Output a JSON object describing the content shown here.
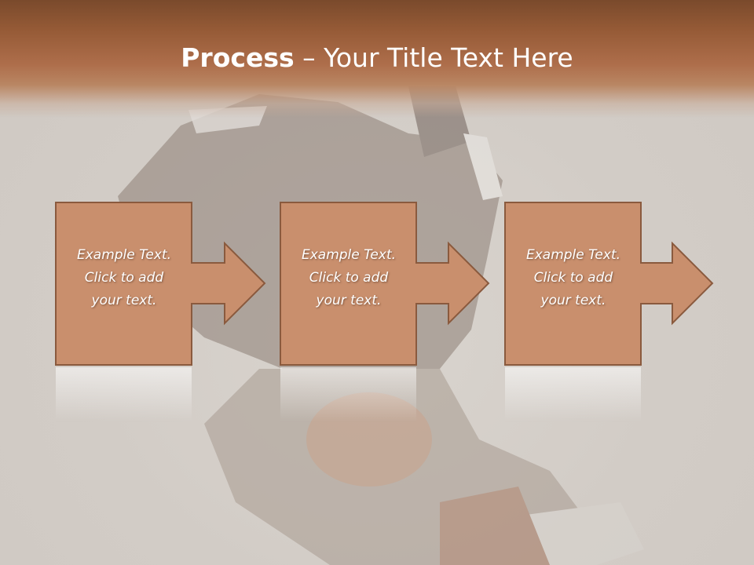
{
  "slide": {
    "title": {
      "bold": "Process",
      "dash": " – ",
      "rest": "Your Title Text Here"
    },
    "steps": [
      {
        "line1": "Example Text.",
        "line2": "Click  to add",
        "line3": "your text."
      },
      {
        "line1": "Example Text.",
        "line2": "Click  to add",
        "line3": "your text."
      },
      {
        "line1": "Example Text.",
        "line2": "Click  to add",
        "line3": "your text."
      }
    ],
    "colors": {
      "title_band": "#955a36",
      "box_fill": "#c98f6d",
      "box_stroke": "#8a5a3e",
      "text": "#ffffff"
    }
  }
}
